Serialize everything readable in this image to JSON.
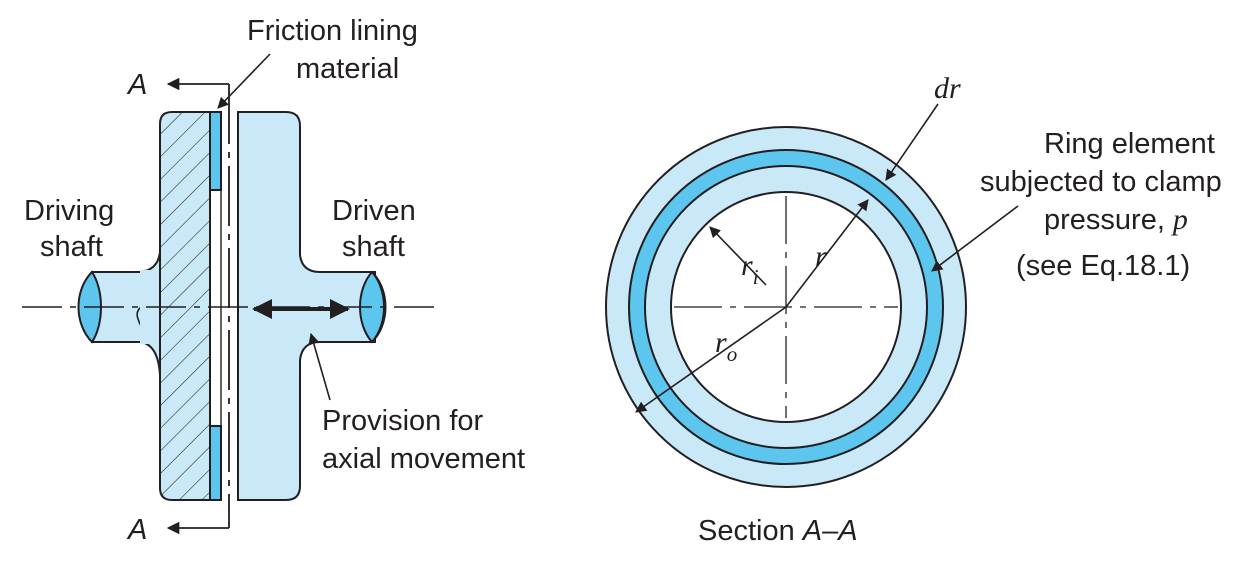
{
  "colors": {
    "light_blue": "#c9e8f8",
    "mid_blue": "#5cc6ee",
    "stroke": "#231f20"
  },
  "labels": {
    "friction_line1": "Friction lining",
    "friction_line2": "material",
    "section_a_top": "A",
    "section_a_bottom": "A",
    "driving_line1": "Driving",
    "driving_line2": "shaft",
    "driven_line1": "Driven",
    "driven_line2": "shaft",
    "provision_line1": "Provision for",
    "provision_line2": "axial movement",
    "dr": "dr",
    "ring_line1": "Ring element",
    "ring_line2": "subjected to clamp",
    "ring_line3": "pressure,",
    "ring_p": "p",
    "ring_line4": "(see Eq.18.1)",
    "r_i_main": "r",
    "r_i_sub": "i",
    "r": "r",
    "r_o_main": "r",
    "r_o_sub": "o",
    "section_caption": "Section",
    "section_caption_it": "A–A"
  }
}
